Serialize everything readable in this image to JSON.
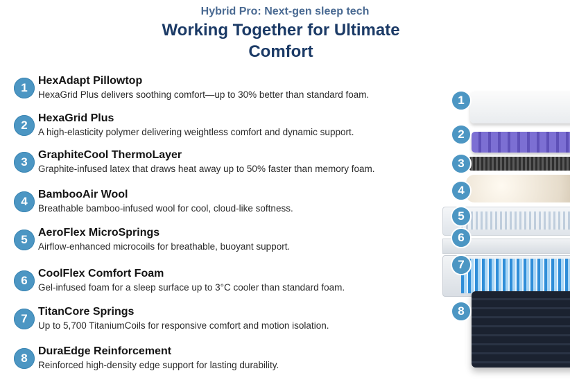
{
  "header": {
    "subtitle": "Hybrid Pro: Next-gen sleep tech",
    "title": "Working Together for Ultimate Comfort"
  },
  "features": [
    {
      "num": "1",
      "title": "HexAdapt Pillowtop",
      "desc": "HexaGrid Plus delivers soothing comfort—up to 30% better than standard foam."
    },
    {
      "num": "2",
      "title": "HexaGrid Plus",
      "desc": "A high-elasticity polymer delivering weightless comfort and dynamic support."
    },
    {
      "num": "3",
      "title": "GraphiteCool ThermoLayer",
      "desc": "Graphite-infused latex that draws heat away up to 50% faster than memory foam."
    },
    {
      "num": "4",
      "title": "BambooAir Wool",
      "desc": "Breathable bamboo-infused wool for cool, cloud-like softness."
    },
    {
      "num": "5",
      "title": "AeroFlex MicroSprings",
      "desc": "Airflow-enhanced microcoils for breathable, buoyant support."
    },
    {
      "num": "6",
      "title": "CoolFlex Comfort Foam",
      "desc": "Gel-infused foam for a sleep surface up to 3°C cooler than standard foam."
    },
    {
      "num": "7",
      "title": "TitanCore Springs",
      "desc": "Up to 5,700 TitaniumCoils for responsive comfort and motion isolation."
    },
    {
      "num": "8",
      "title": "DuraEdge Reinforcement",
      "desc": "Reinforced high-density edge support for lasting durability."
    }
  ],
  "stack_badges": [
    "1",
    "2",
    "3",
    "4",
    "5",
    "6",
    "7",
    "8"
  ],
  "colors": {
    "badge": "#4c96c3",
    "title": "#1b3a66",
    "subtitle": "#4a6a92"
  }
}
